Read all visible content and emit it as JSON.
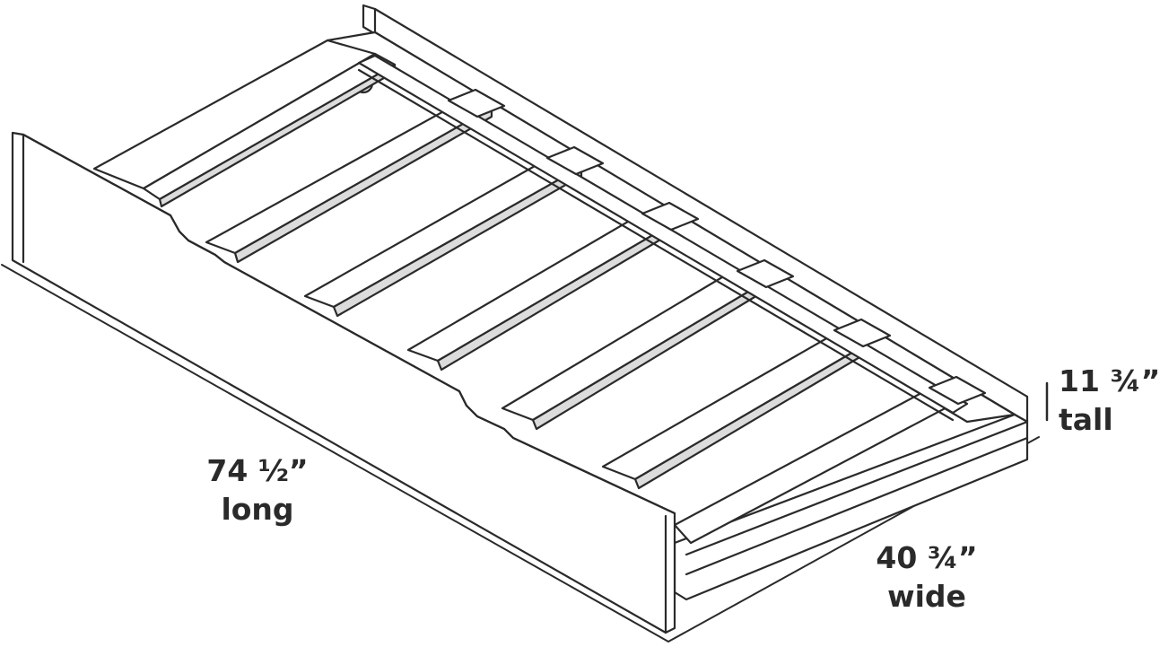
{
  "dimensions": {
    "length": {
      "value": "74 ½”",
      "label": "long"
    },
    "width": {
      "value": "40 ¾”",
      "label": "wide"
    },
    "height": {
      "value": "11 ¾”",
      "label": "tall"
    }
  },
  "colors": {
    "background": "#ffffff",
    "outline": "#2a2a2a",
    "panel": "#ffffff",
    "shadow": "#cfcfcf",
    "text": "#2a2a2a"
  }
}
